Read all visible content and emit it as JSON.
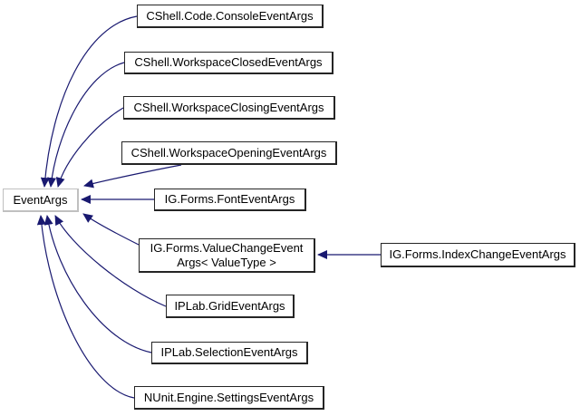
{
  "diagram": {
    "type": "inheritance-graph",
    "base_class": "EventArgs",
    "nodes": [
      {
        "id": "eventargs",
        "label": "EventArgs"
      },
      {
        "id": "console",
        "label": "CShell.Code.ConsoleEventArgs"
      },
      {
        "id": "wsclosed",
        "label": "CShell.WorkspaceClosedEventArgs"
      },
      {
        "id": "wsclosing",
        "label": "CShell.WorkspaceClosingEventArgs"
      },
      {
        "id": "wsopening",
        "label": "CShell.WorkspaceOpeningEventArgs"
      },
      {
        "id": "font",
        "label": "IG.Forms.FontEventArgs"
      },
      {
        "id": "valuechange",
        "lines": [
          "IG.Forms.ValueChangeEvent",
          "Args< ValueType >"
        ]
      },
      {
        "id": "indexchange",
        "label": "IG.Forms.IndexChangeEventArgs"
      },
      {
        "id": "grid",
        "label": "IPLab.GridEventArgs"
      },
      {
        "id": "selection",
        "label": "IPLab.SelectionEventArgs"
      },
      {
        "id": "settings",
        "label": "NUnit.Engine.SettingsEventArgs"
      }
    ],
    "edges": [
      {
        "from": "CShell.Code.ConsoleEventArgs",
        "to": "EventArgs"
      },
      {
        "from": "CShell.WorkspaceClosedEventArgs",
        "to": "EventArgs"
      },
      {
        "from": "CShell.WorkspaceClosingEventArgs",
        "to": "EventArgs"
      },
      {
        "from": "CShell.WorkspaceOpeningEventArgs",
        "to": "EventArgs"
      },
      {
        "from": "IG.Forms.FontEventArgs",
        "to": "EventArgs"
      },
      {
        "from": "IG.Forms.ValueChangeEventArgs< ValueType >",
        "to": "EventArgs"
      },
      {
        "from": "IG.Forms.IndexChangeEventArgs",
        "to": "IG.Forms.ValueChangeEventArgs< ValueType >"
      },
      {
        "from": "IPLab.GridEventArgs",
        "to": "EventArgs"
      },
      {
        "from": "IPLab.SelectionEventArgs",
        "to": "EventArgs"
      },
      {
        "from": "NUnit.Engine.SettingsEventArgs",
        "to": "EventArgs"
      }
    ]
  },
  "colors": {
    "arrow": "#191970",
    "node_border": "#252525",
    "base_node_border": "#c0c0c0",
    "node_bg": "#ffffff",
    "text": "#000000",
    "background": "#ffffff"
  }
}
